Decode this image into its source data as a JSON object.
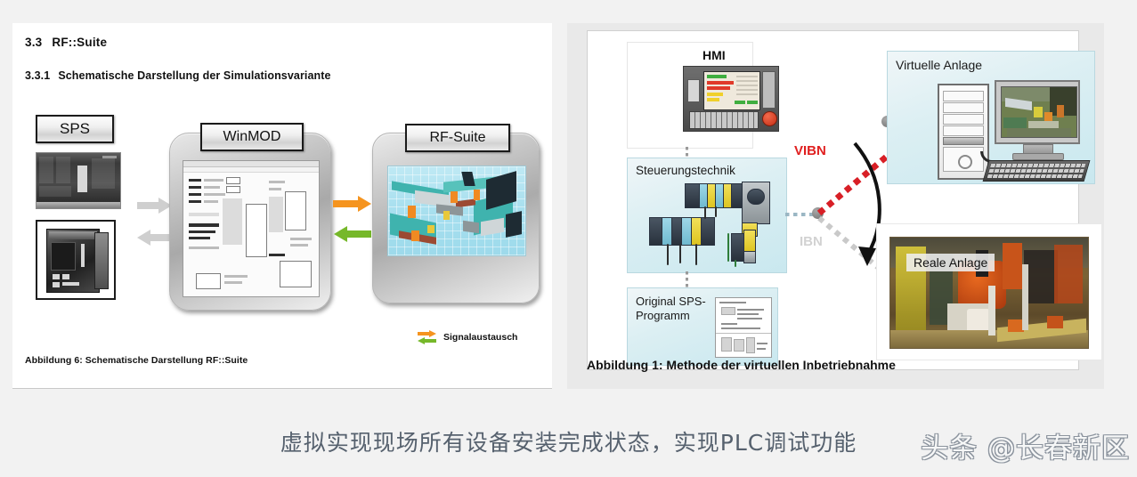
{
  "left_slide": {
    "heading": {
      "number": "3.3",
      "text": "RF::Suite"
    },
    "subheading": {
      "number": "3.3.1",
      "text": "Schematische Darstellung der Simulationsvariante"
    },
    "nodes": {
      "sps_label": "SPS",
      "winmod_label": "WinMOD",
      "rfsuite_label": "RF-Suite"
    },
    "legend": {
      "label": "Signalaustausch",
      "arrow_out_color": "#f5941f",
      "arrow_in_color": "#76b82a"
    },
    "exchange_arrow_color": "#cfcfcf",
    "caption": "Abbildung 6: Schematische Darstellung RF::Suite"
  },
  "right_slide": {
    "boxes": {
      "hmi": "HMI",
      "steuerungstechnik": "Steuerungstechnik",
      "original_sps_programm": "Original SPS-\nProgramm",
      "original_sps_programm_line1": "Original SPS-",
      "original_sps_programm_line2": "Programm",
      "virtuelle_anlage": "Virtuelle Anlage",
      "reale_anlage": "Reale Anlage"
    },
    "paths": {
      "vibn_label": "VIBN",
      "vibn_color": "#e02020",
      "ibn_label": "IBN",
      "ibn_color": "#d2d2d2"
    },
    "caption": "Abbildung 1: Methode der virtuellen Inbetriebnahme"
  },
  "bottom": {
    "caption": "虚拟实现现场所有设备安装完成状态，实现PLC调试功能",
    "watermark": "头条 @长春新区"
  }
}
